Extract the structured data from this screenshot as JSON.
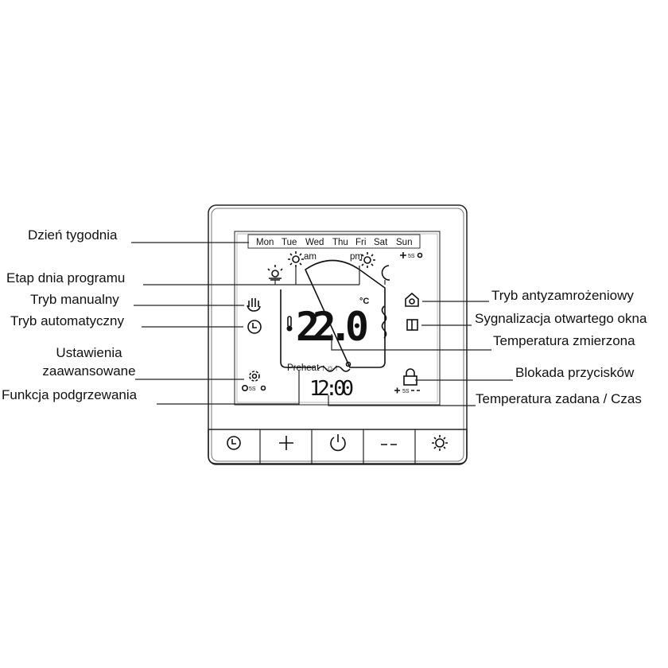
{
  "labels_left": {
    "day_of_week": "Dzień tygodnia",
    "program_stage": "Etap dnia programu",
    "manual_mode": "Tryb manualny",
    "auto_mode": "Tryb automatyczny",
    "advanced_line1": "Ustawienia",
    "advanced_line2": "zaawansowane",
    "preheat_function": "Funkcja podgrzewania"
  },
  "labels_right": {
    "antifreeze": "Tryb antyzamrożeniowy",
    "open_window": "Sygnalizacja otwartego okna",
    "measured_temp": "Temperatura zmierzona",
    "key_lock": "Blokada przycisków",
    "set_temp_time": "Temperatura zadana / Czas"
  },
  "display": {
    "days": [
      "Mon",
      "Tue",
      "Wed",
      "Thu",
      "Fri",
      "Sat",
      "Sun"
    ],
    "am": "am",
    "pm": "pm",
    "temperature": "22.0",
    "unit": "°C",
    "preheat": "Preheat",
    "time": "12:00",
    "hold_5s": "5S"
  },
  "buttons": [
    {
      "icon": "clock-icon"
    },
    {
      "icon": "plus-icon"
    },
    {
      "icon": "power-icon"
    },
    {
      "icon": "minus-icon"
    },
    {
      "icon": "sun-icon"
    }
  ]
}
